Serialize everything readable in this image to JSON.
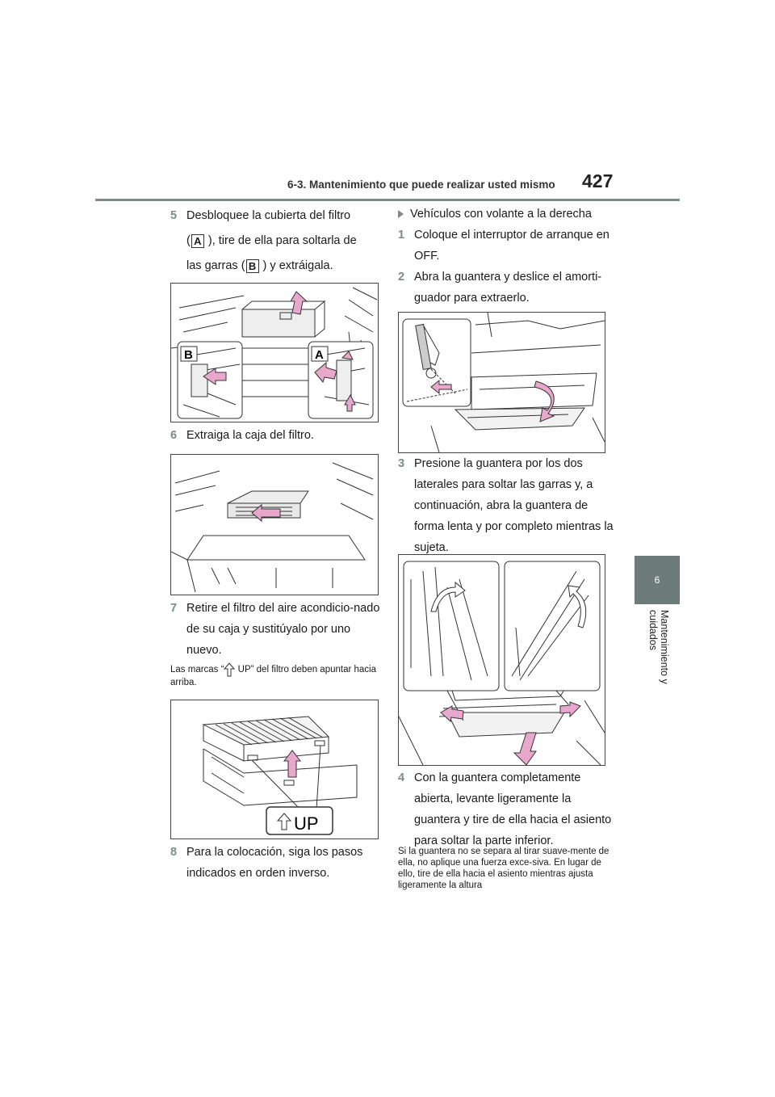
{
  "header": {
    "section_title": "6-3. Mantenimiento que puede realizar usted mismo",
    "page_number": "427"
  },
  "sidebar": {
    "chapter_number": "6",
    "chapter_label": "Mantenimiento y cuidados"
  },
  "left_column": {
    "step5": {
      "num": "5",
      "line1": "Desbloquee la cubierta del filtro",
      "line2_pre": "(",
      "label_a": "A",
      "line2_post": " ), tire de ella para soltarla de",
      "line3_pre": "las garras (",
      "label_b": "B",
      "line3_post": " ) y extráigala."
    },
    "fig1_labels": {
      "b": "B",
      "a": "A"
    },
    "step6": {
      "num": "6",
      "text": "Extraiga la caja del filtro."
    },
    "step7": {
      "num": "7",
      "text": "Retire el filtro del aire acondicio-nado de su caja y sustitúyalo por uno nuevo."
    },
    "note_pre": "Las marcas “",
    "note_post": " UP” del filtro deben apuntar hacia arriba.",
    "fig3_label": "UP",
    "step8": {
      "num": "8",
      "text": "Para la colocación, siga los pasos indicados en orden inverso."
    }
  },
  "right_column": {
    "heading": "Vehículos con volante a la derecha",
    "step1": {
      "num": "1",
      "text": "Coloque el interruptor de arranque en OFF."
    },
    "step2": {
      "num": "2",
      "text": "Abra la guantera y deslice el amorti-guador para extraerlo."
    },
    "step3": {
      "num": "3",
      "text": "Presione la guantera por los dos laterales para soltar las garras y, a continuación, abra la guantera de forma lenta y por completo mientras la sujeta."
    },
    "step4": {
      "num": "4",
      "text": "Con la guantera completamente abierta, levante ligeramente la guantera y tire de ella hacia el asiento para soltar la parte inferior."
    },
    "note": "Si la guantera no se separa al tirar suave-mente de ella, no aplique una fuerza exce-siva. En lugar de ello, tire de ella hacia el asiento mientras ajusta ligeramente la altura"
  },
  "colors": {
    "accent": "#7d8b8b",
    "arrow_fill": "#e8a8cc",
    "arrow_stroke": "#333333"
  }
}
